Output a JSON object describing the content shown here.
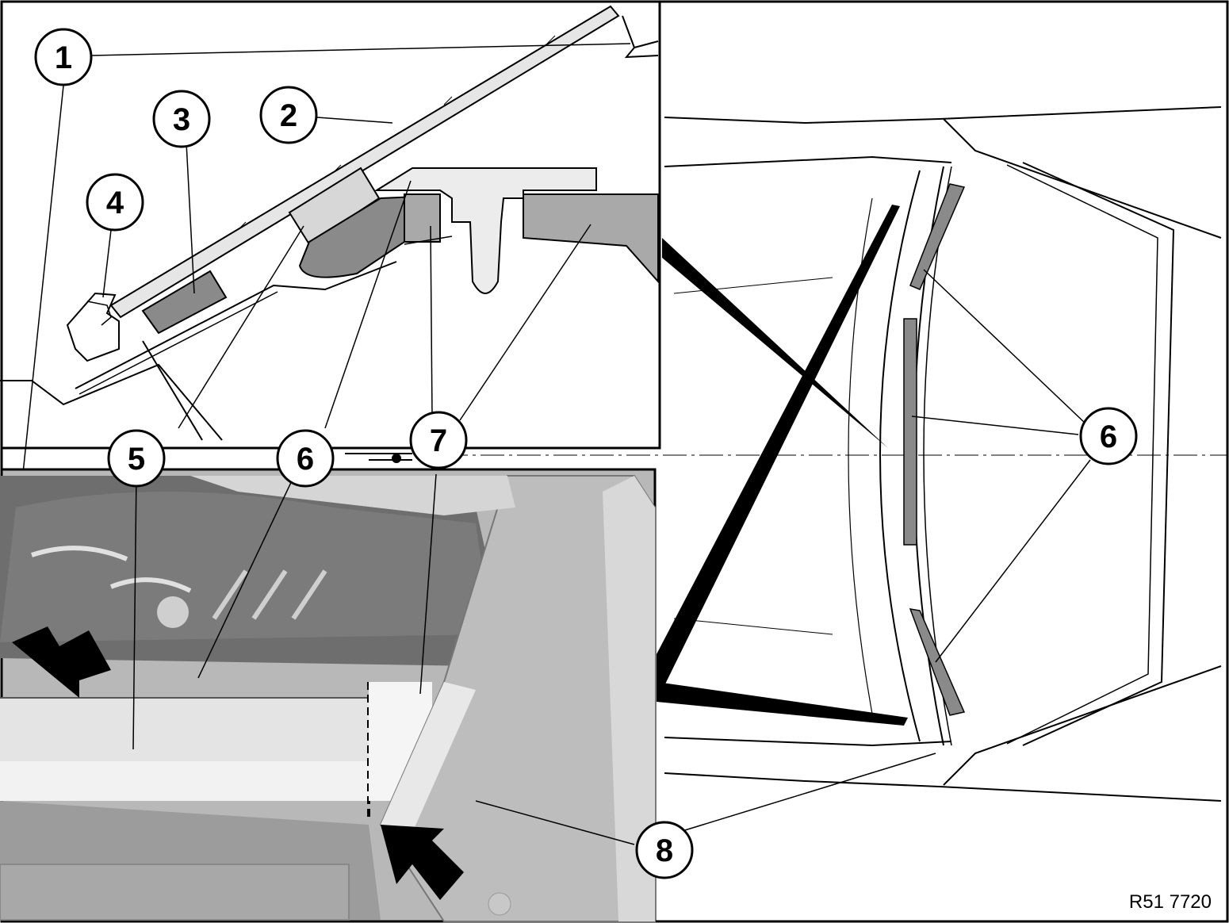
{
  "figure_ref": "R51 7720",
  "callouts": {
    "c1": "1",
    "c2": "2",
    "c3": "3",
    "c4": "4",
    "c5_top": "5",
    "c6_top": "6",
    "c7_top": "7",
    "c6_right": "6",
    "c8": "8"
  },
  "colors": {
    "outline": "#000000",
    "dark_grey": "#8a8a8a",
    "mid_grey": "#a9a9a9",
    "light_grey": "#d7d7d7",
    "photo_bg": "#b8b8b8"
  }
}
